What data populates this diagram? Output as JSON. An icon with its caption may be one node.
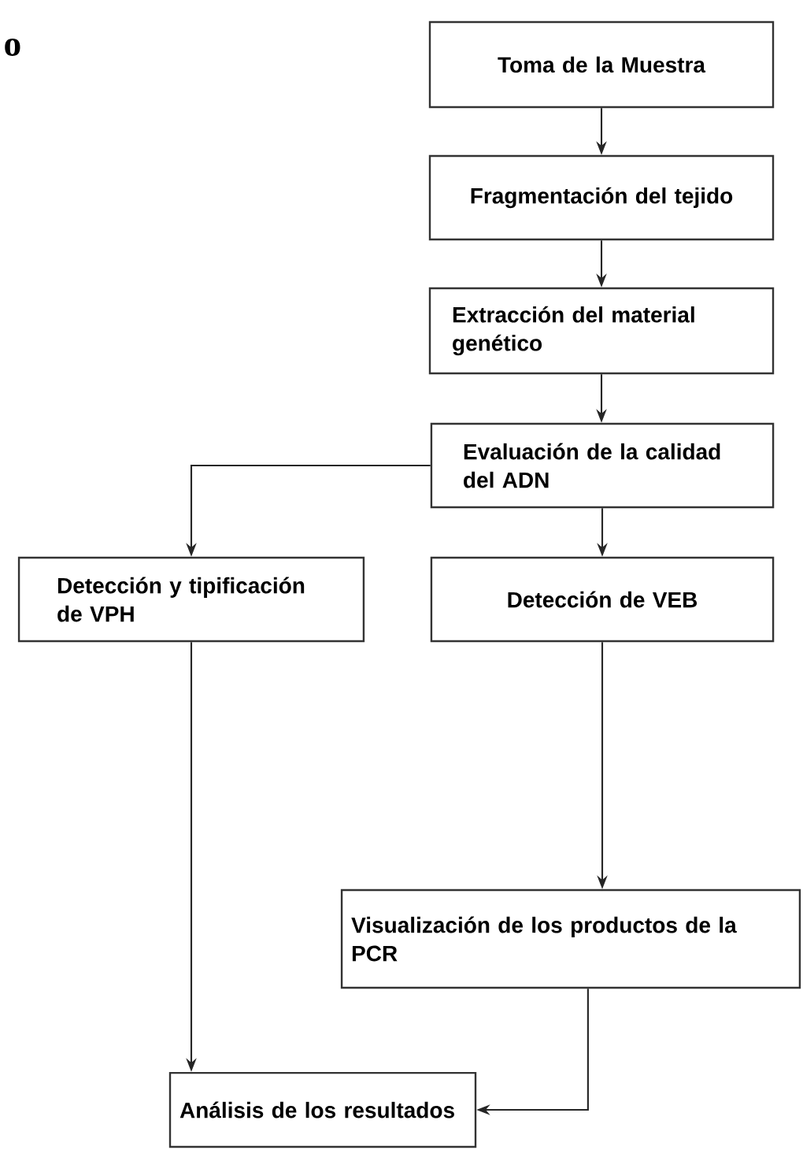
{
  "diagram": {
    "nodes": [
      {
        "text": [
          "Toma de la Muestra"
        ]
      },
      {
        "text": [
          "Fragmentación del tejido"
        ]
      },
      {
        "text": [
          "Extracción del material genético"
        ]
      },
      {
        "text": [
          "Evaluación de la calidad del ADN"
        ]
      },
      {
        "text": [
          "Detección y tipificación de VPH"
        ]
      },
      {
        "text": [
          "Detección de VEB"
        ]
      },
      {
        "text": [
          "Visualización de los productos de la PCR"
        ]
      },
      {
        "text": [
          "Análisis de los resultados"
        ]
      }
    ],
    "edges": [
      {
        "from": 0,
        "to": 1,
        "arrow": "to"
      },
      {
        "from": 1,
        "to": 2,
        "arrow": "to"
      },
      {
        "from": 2,
        "to": 3,
        "arrow": "to"
      },
      {
        "from": 3,
        "to": 4,
        "arrow": "to"
      },
      {
        "from": 3,
        "to": 5,
        "arrow": "to"
      },
      {
        "from": 4,
        "to": 7,
        "arrow": "to"
      },
      {
        "from": 5,
        "to": 6,
        "arrow": "to"
      },
      {
        "from": 6,
        "to": 7,
        "arrow": "to"
      }
    ],
    "labels": [
      "o"
    ]
  }
}
